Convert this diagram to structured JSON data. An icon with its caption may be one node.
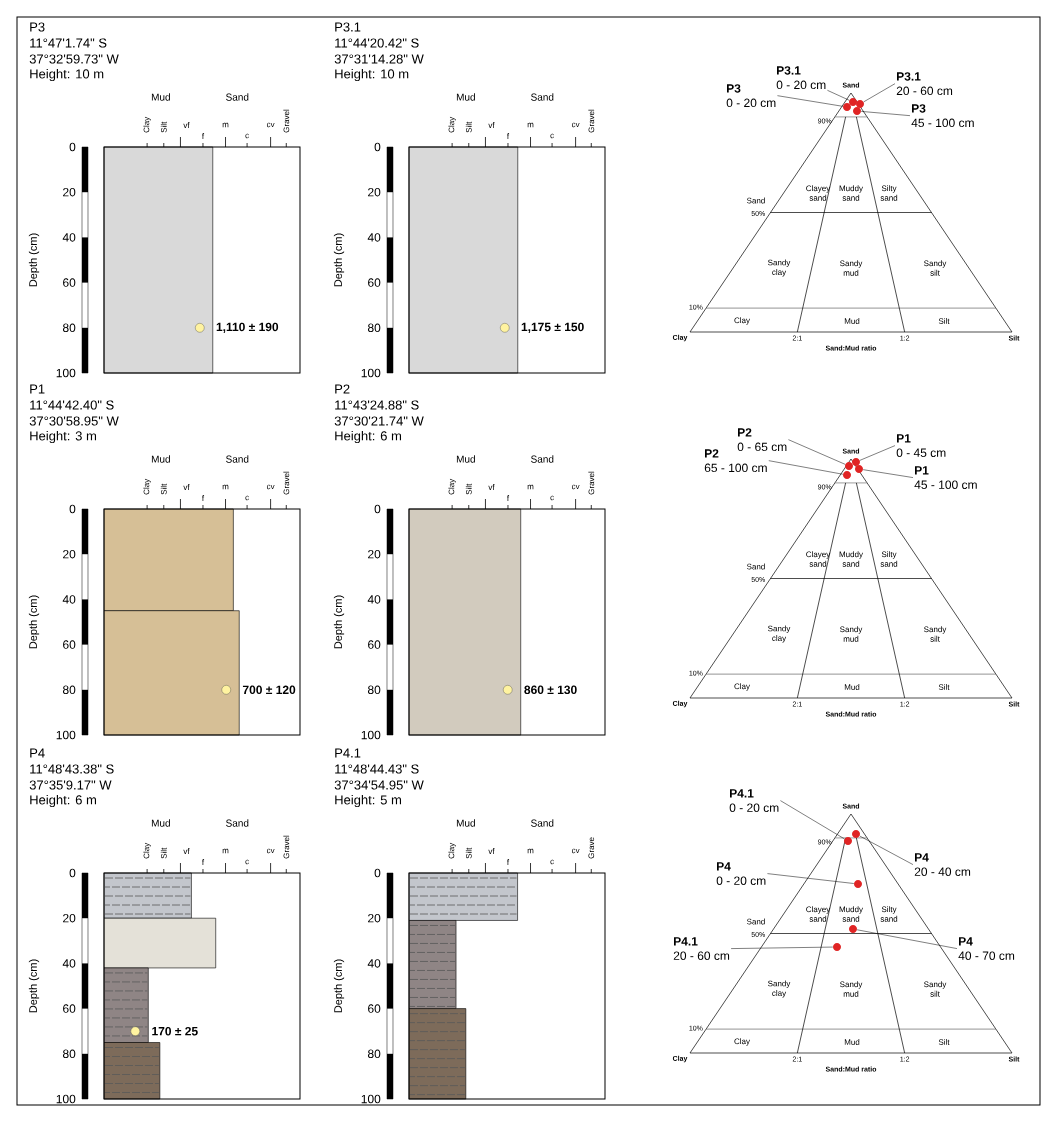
{
  "diagram": {
    "nodes": [
      {
        "text": [
          "P3.1",
          "0 - 20 cm"
        ]
      },
      {
        "text": [
          "P3.1",
          "20 - 60 cm"
        ]
      },
      {
        "text": [
          "P3",
          "0 - 20 cm"
        ]
      },
      {
        "text": [
          "P3",
          "45 - 100 cm"
        ]
      },
      {
        "text": [],
        "shape": "circle"
      },
      {
        "text": [],
        "shape": "circle"
      },
      {
        "text": [],
        "shape": "circle"
      },
      {
        "text": [],
        "shape": "circle"
      },
      {
        "text": [
          "P2",
          "0 - 65 cm"
        ]
      },
      {
        "text": [
          "P1",
          "0 - 45 cm"
        ]
      },
      {
        "text": [
          "P2",
          "65 - 100 cm"
        ]
      },
      {
        "text": [
          "P1",
          "45 - 100 cm"
        ]
      },
      {
        "text": [],
        "shape": "circle"
      },
      {
        "text": [],
        "shape": "circle"
      },
      {
        "text": [],
        "shape": "circle"
      },
      {
        "text": [],
        "shape": "circle"
      },
      {
        "text": [
          "P4.1",
          "0 - 20 cm"
        ]
      },
      {
        "text": [
          "P4",
          "20 - 40 cm"
        ]
      },
      {
        "text": [
          "P4",
          "0 - 20 cm"
        ]
      },
      {
        "text": [
          "P4.1",
          "20 - 60 cm"
        ]
      },
      {
        "text": [
          "P4",
          "40 - 70 cm"
        ]
      },
      {
        "text": [],
        "shape": "circle"
      },
      {
        "text": [],
        "shape": "circle"
      },
      {
        "text": [],
        "shape": "circle"
      },
      {
        "text": [],
        "shape": "circle"
      },
      {
        "text": [],
        "shape": "circle"
      }
    ],
    "edges": [
      {
        "from": 0,
        "to": 5,
        "arrow": "none"
      },
      {
        "from": 1,
        "to": 7,
        "arrow": "none"
      },
      {
        "from": 2,
        "to": 4,
        "arrow": "none"
      },
      {
        "from": 3,
        "to": 6,
        "arrow": "none"
      },
      {
        "from": 8,
        "to": 13,
        "arrow": "none"
      },
      {
        "from": 9,
        "to": 14,
        "arrow": "none"
      },
      {
        "from": 10,
        "to": 12,
        "arrow": "none"
      },
      {
        "from": 11,
        "to": 15,
        "arrow": "none"
      },
      {
        "from": 16,
        "to": 22,
        "arrow": "none"
      },
      {
        "from": 17,
        "to": 24,
        "arrow": "none"
      },
      {
        "from": 18,
        "to": 25,
        "arrow": "none"
      },
      {
        "from": 19,
        "to": 21,
        "arrow": "none"
      },
      {
        "from": 20,
        "to": 23,
        "arrow": "none"
      }
    ],
    "labels": [
      "P3",
      "11°47'1.74\" S",
      "37°32'59.73\" W",
      "Height: 10 m",
      "Mud",
      "Sand",
      "Clay",
      "Silt",
      "vf",
      "f",
      "m",
      "c",
      "cv",
      "Gravel",
      "0",
      "20",
      "40",
      "60",
      "80",
      "100",
      "Depth (cm)",
      "1,110 ± 190",
      "P3.1",
      "11°44'20.42\" S",
      "37°31'14.28\" W",
      "Height: 10 m",
      "Mud",
      "Sand",
      "Clay",
      "Silt",
      "vf",
      "f",
      "m",
      "c",
      "cv",
      "Gravel",
      "0",
      "20",
      "40",
      "60",
      "80",
      "100",
      "Depth (cm)",
      "1,175 ± 150",
      "Sand",
      "90%",
      "Clayey sand",
      "Muddy sand",
      "Silty sand",
      "Sand",
      "50%",
      "Sandy clay",
      "Sandy mud",
      "Sandy silt",
      "10%",
      "Clay",
      "Mud",
      "Silt",
      "Clay",
      "2:1",
      "1:2",
      "Silt",
      "Sand:Mud ratio",
      "P1",
      "11°44'42.40\" S",
      "37°30'58.95\" W",
      "Height: 3 m",
      "Mud",
      "Sand",
      "Clay",
      "Silt",
      "vf",
      "f",
      "m",
      "c",
      "cv",
      "Gravel",
      "0",
      "20",
      "40",
      "60",
      "80",
      "100",
      "Depth (cm)",
      "700 ± 120",
      "P2",
      "11°43'24.88\" S",
      "37°30'21.74\" W",
      "Height: 6 m",
      "Mud",
      "Sand",
      "Clay",
      "Silt",
      "vf",
      "f",
      "m",
      "c",
      "cv",
      "Gravel",
      "0",
      "20",
      "40",
      "60",
      "80",
      "100",
      "Depth (cm)",
      "860 ± 130",
      "Sand",
      "90%",
      "Clayey sand",
      "Muddy sand",
      "Silty sand",
      "Sand",
      "50%",
      "Sandy clay",
      "Sandy mud",
      "Sandy silt",
      "10%",
      "Clay",
      "Mud",
      "Silt",
      "Clay",
      "2:1",
      "1:2",
      "Silt",
      "Sand:Mud ratio",
      "P4",
      "11°48'43.38\" S",
      "37°35'9.17\" W",
      "Height: 6 m",
      "Mud",
      "Sand",
      "Clay",
      "Silt",
      "vf",
      "f",
      "m",
      "c",
      "cv",
      "Gravel",
      "0",
      "20",
      "40",
      "60",
      "80",
      "100",
      "Depth (cm)",
      "170 ± 25",
      "P4.1",
      "11°48'44.43\" S",
      "37°34'54.95\" W",
      "Height: 5 m",
      "Mud",
      "Sand",
      "Clay",
      "Silt",
      "vf",
      "f",
      "m",
      "c",
      "cv",
      "Grave",
      "0",
      "20",
      "40",
      "60",
      "80",
      "100",
      "Depth (cm)",
      "Sand",
      "90%",
      "Clayey sand",
      "Muddy sand",
      "Silty sand",
      "Sand",
      "50%",
      "Sandy clay",
      "Sandy mud",
      "Sandy silt",
      "10%",
      "Clay",
      "Mud",
      "Silt",
      "Clay",
      "2:1",
      "1:2",
      "Silt",
      "Sand:Mud ratio"
    ]
  }
}
